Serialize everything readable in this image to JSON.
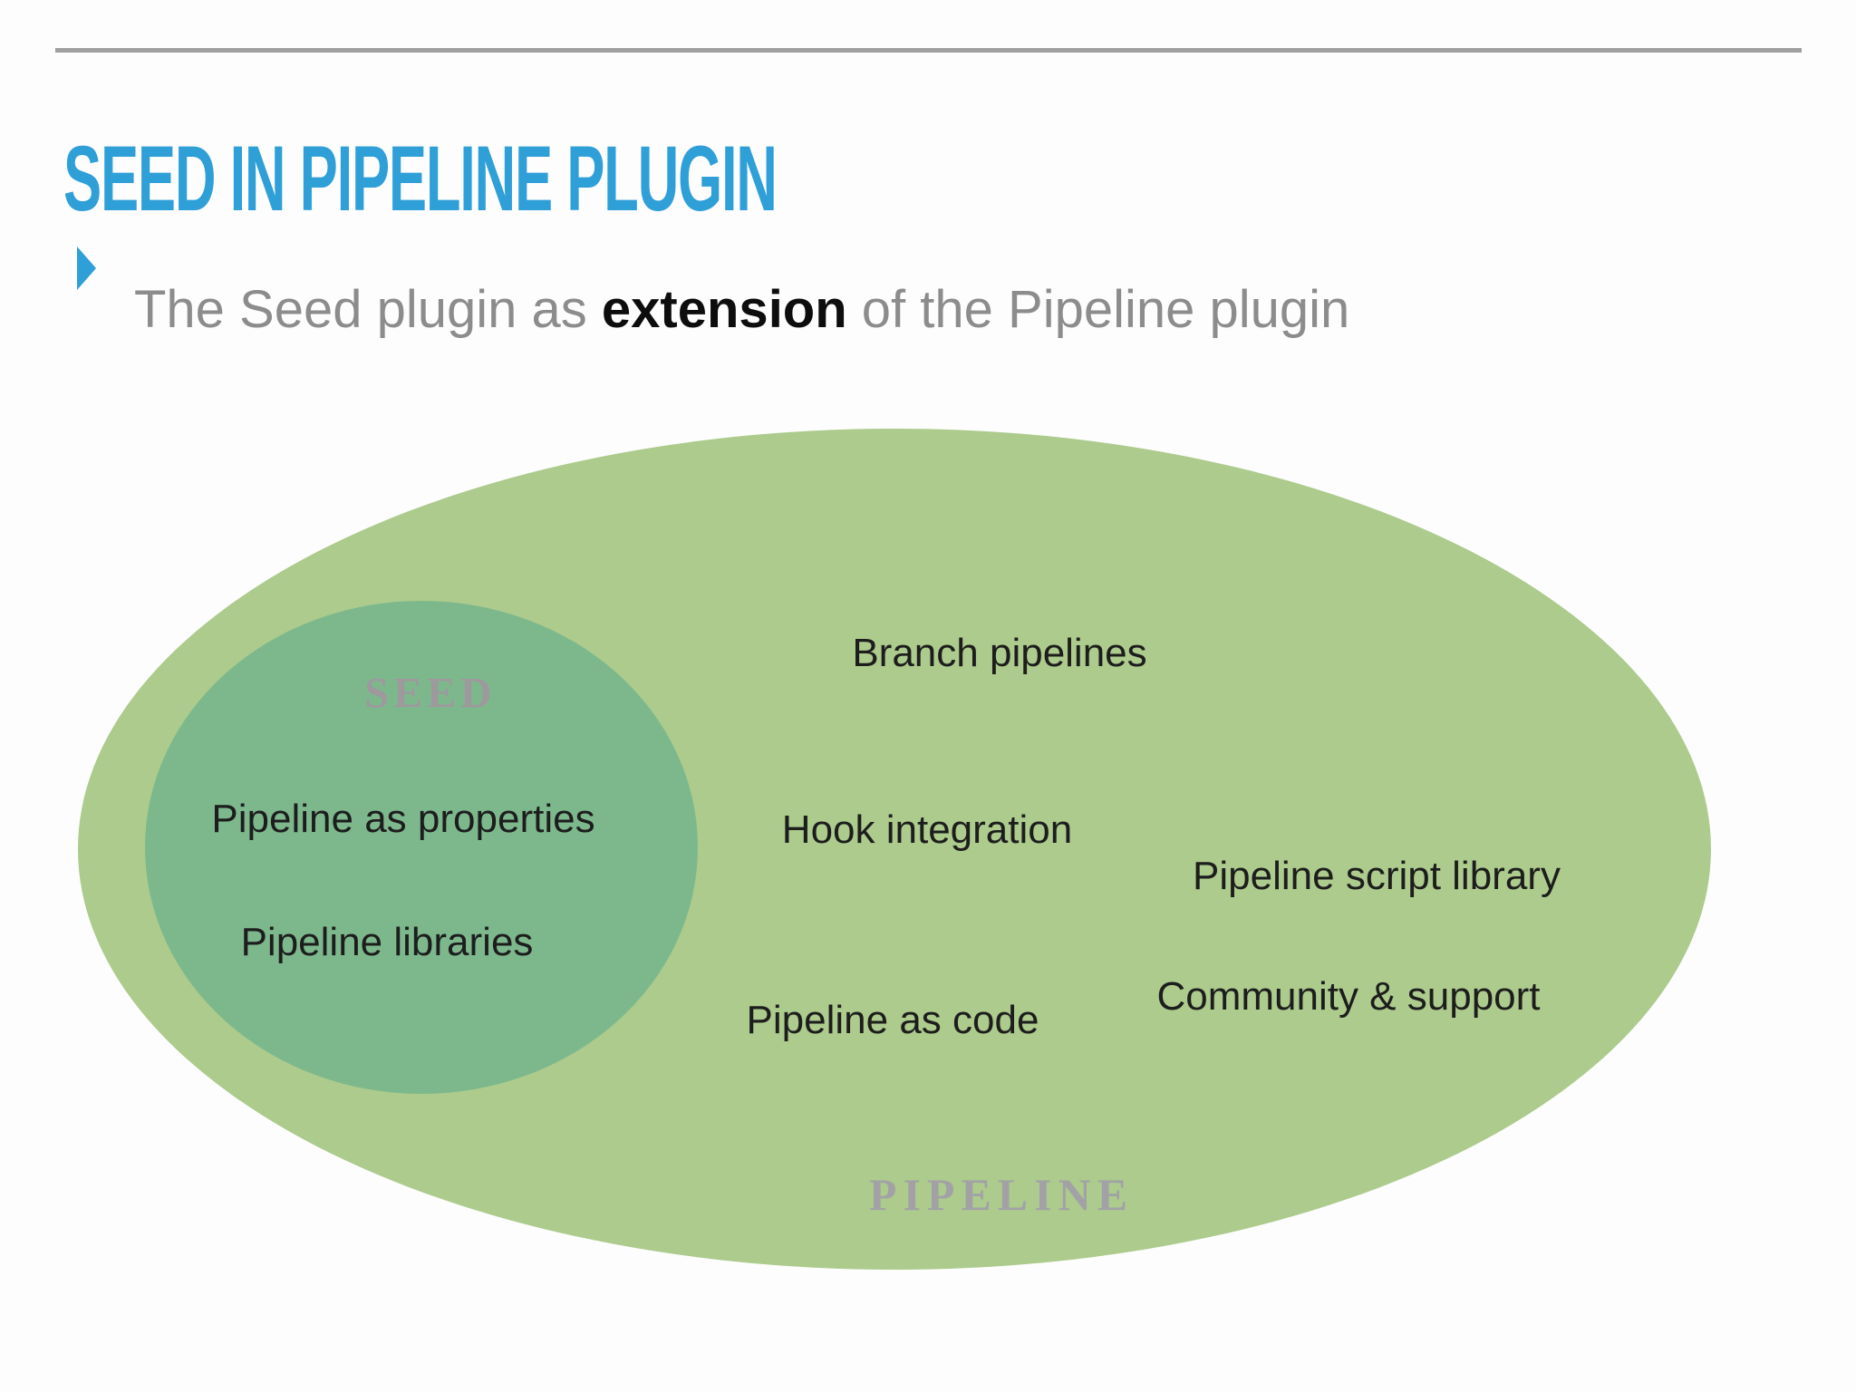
{
  "slide": {
    "title": "SEED IN PIPELINE PLUGIN",
    "bullet": {
      "prefix": "The Seed plugin as ",
      "emphasis": "extension",
      "suffix": " of the Pipeline plugin"
    },
    "diagram": {
      "outer_set": {
        "label": "PIPELINE",
        "items": [
          "Branch pipelines",
          "Hook integration",
          "Pipeline script library",
          "Pipeline as code",
          "Community & support"
        ]
      },
      "inner_set": {
        "label": "SEED",
        "items": [
          "Pipeline as properties",
          "Pipeline libraries"
        ]
      }
    },
    "colors": {
      "title_blue": "#2f9fd8",
      "bullet_marker_blue": "#2f9fd8",
      "outer_ellipse_green": "#accb8c",
      "inner_circle_green": "#7db88d",
      "muted_gray_text": "#8c8c8c",
      "emphasis_text": "#0d0d0d",
      "body_text": "#1d1d1d",
      "set_label_gray": "#9d999d",
      "top_rule_gray": "#a0a0a0"
    }
  }
}
